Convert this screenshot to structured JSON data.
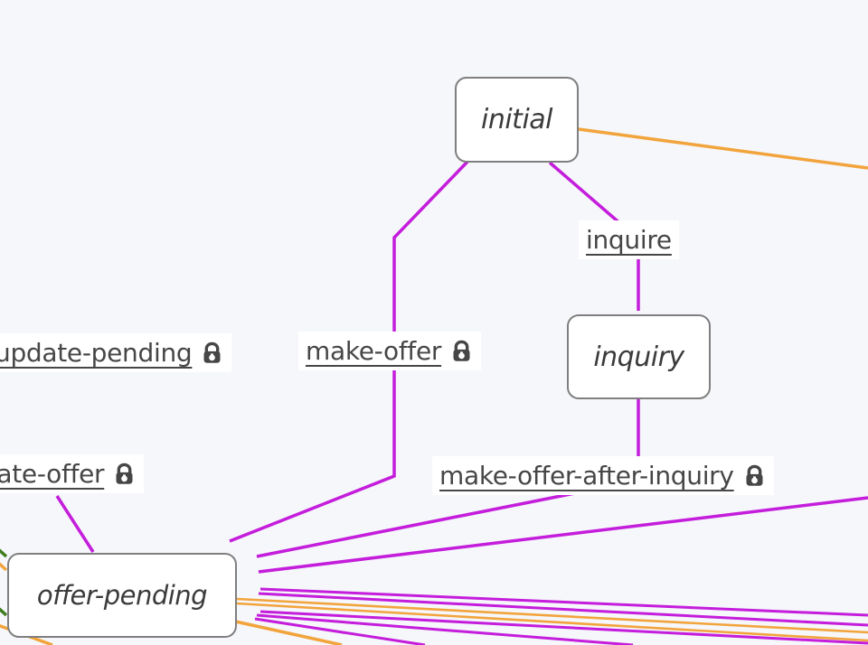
{
  "nodes": [
    {
      "id": "initial",
      "label": "initial"
    },
    {
      "id": "inquiry",
      "label": "inquiry"
    },
    {
      "id": "offer-pending",
      "label": "offer-pending"
    }
  ],
  "edge_labels": [
    {
      "id": "inquire",
      "label": "inquire",
      "locked": false
    },
    {
      "id": "update-pending",
      "label": "update-pending",
      "locked": true
    },
    {
      "id": "make-offer",
      "label": "make-offer",
      "locked": true
    },
    {
      "id": "update-offer",
      "label": "update-offer",
      "locked": true
    },
    {
      "id": "make-offer-after-inquiry",
      "label": "make-offer-after-inquiry",
      "locked": true
    }
  ],
  "colors": {
    "edge_magenta": "#c41ddb",
    "edge_orange": "#f2a43c",
    "edge_green": "#3f7d1e",
    "node_border": "#7f7f7f",
    "node_fill": "#ffffff",
    "node_text": "#3b3b3b",
    "label_text": "#464646",
    "label_background": "#ffffff",
    "canvas_background": "#f6f7fb"
  }
}
